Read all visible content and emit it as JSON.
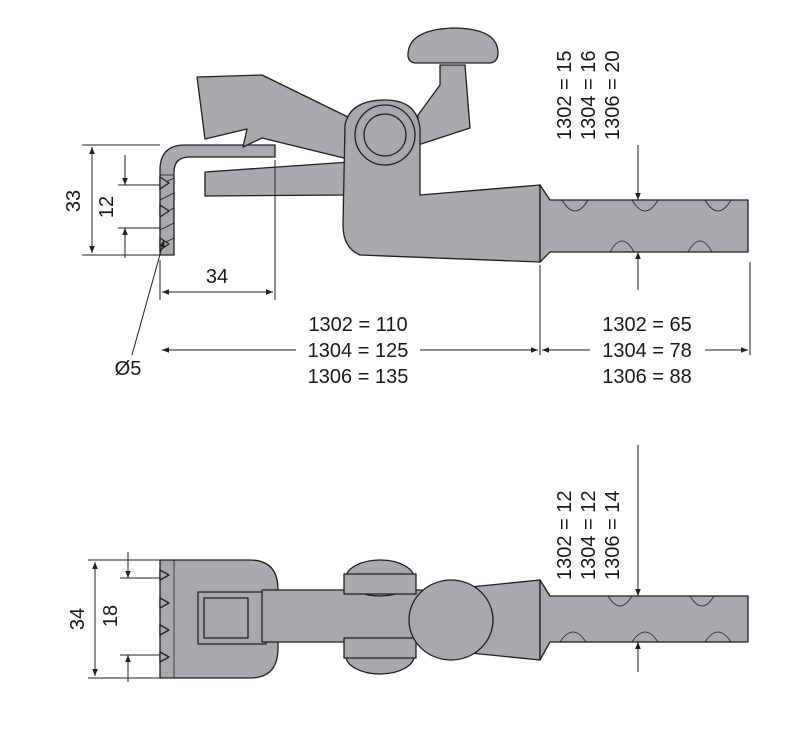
{
  "colors": {
    "part_fill": "#a7a9ac",
    "outline": "#231f20",
    "background": "#ffffff"
  },
  "side_view": {
    "dim_height": "33",
    "dim_hole_spacing": "12",
    "dim_offset": "34",
    "dim_hole_diameter": "Ø5",
    "dim_bar_thickness": [
      "1302 = 15",
      "1304 = 16",
      "1306 = 20"
    ],
    "dim_length_body": [
      "1302 = 110",
      "1304 = 125",
      "1306 = 135"
    ],
    "dim_length_bar": [
      "1302 = 65",
      "1304 = 78",
      "1306 = 88"
    ]
  },
  "top_view": {
    "dim_width": "34",
    "dim_hole_spacing": "18",
    "dim_bar_width": [
      "1302 = 12",
      "1304 = 12",
      "1306 = 14"
    ]
  }
}
